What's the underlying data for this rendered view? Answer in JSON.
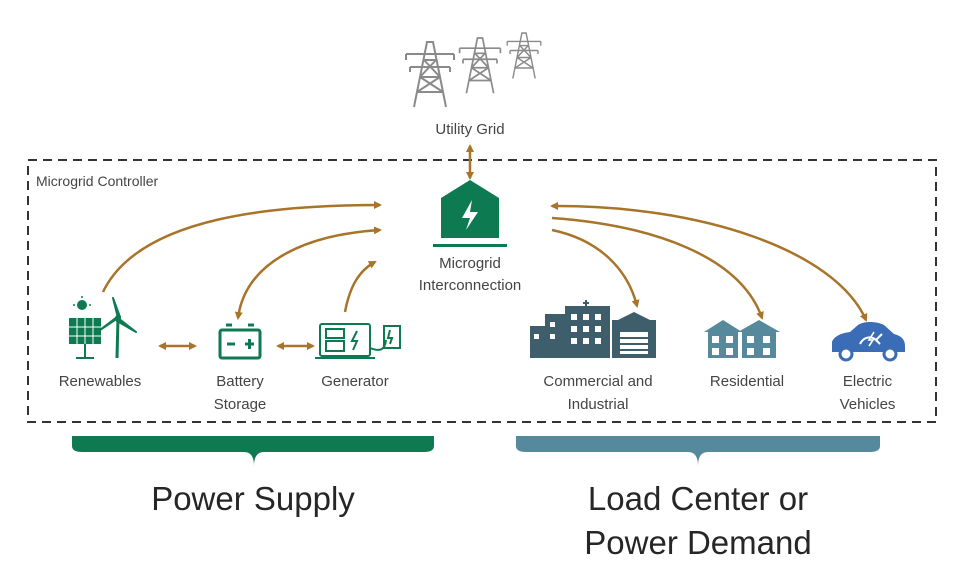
{
  "colors": {
    "green": "#0e7a52",
    "teal": "#55899b",
    "slate": "#3f5e6b",
    "blue": "#3a6db5",
    "arrow": "#a8742a",
    "tower": "#8a8a8a",
    "dash": "#333333"
  },
  "grid": {
    "label": "Utility Grid",
    "icon": "transmission-tower-icon"
  },
  "controller": {
    "label": "Microgrid Controller"
  },
  "interconnection": {
    "line1": "Microgrid",
    "line2": "Interconnection",
    "icon": "lightning-house-icon"
  },
  "supply": {
    "items": [
      {
        "line1": "Renewables",
        "line2": "",
        "icon": "solar-wind-icon"
      },
      {
        "line1": "Battery",
        "line2": "Storage",
        "icon": "battery-icon"
      },
      {
        "line1": "Generator",
        "line2": "",
        "icon": "generator-icon"
      }
    ],
    "group_label": "Power Supply"
  },
  "demand": {
    "items": [
      {
        "line1": "Commercial and",
        "line2": "Industrial",
        "icon": "factory-icon"
      },
      {
        "line1": "Residential",
        "line2": "",
        "icon": "houses-icon"
      },
      {
        "line1": "Electric",
        "line2": "Vehicles",
        "icon": "electric-car-icon"
      }
    ],
    "group_label_line1": "Load Center or",
    "group_label_line2": "Power Demand"
  }
}
